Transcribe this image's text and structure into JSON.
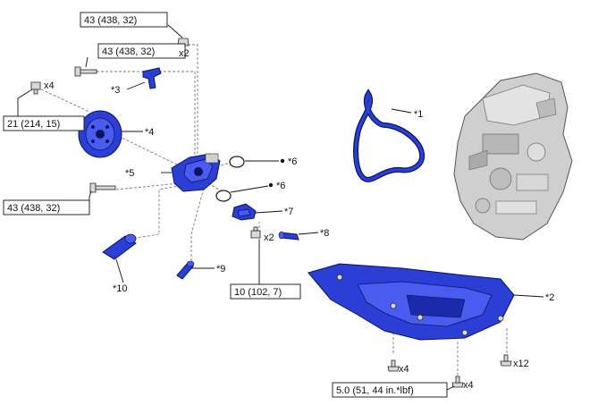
{
  "torque_specs": {
    "t1": "43 (438, 32)",
    "t2": "43 (438, 32)",
    "t3": "21 (214, 15)",
    "t4": "43 (438, 32)",
    "t5": "10 (102, 7)",
    "t6": "5.0 (51, 44 in.*lbf)"
  },
  "quantities": {
    "q1": "x2",
    "q2": "x4",
    "q3": "x2",
    "q4": "x4",
    "q5": "x4",
    "q6": "x12"
  },
  "callouts": {
    "c1": "*1",
    "c2": "*2",
    "c3": "*3",
    "c4": "*4",
    "c5": "*5",
    "c6a": "*6",
    "c6b": "*6",
    "c7": "*7",
    "c8": "*8",
    "c9": "*9",
    "c10": "*10"
  },
  "colors": {
    "part_blue": "#2b3fd6",
    "engine_gray": "#c9c9c9"
  }
}
